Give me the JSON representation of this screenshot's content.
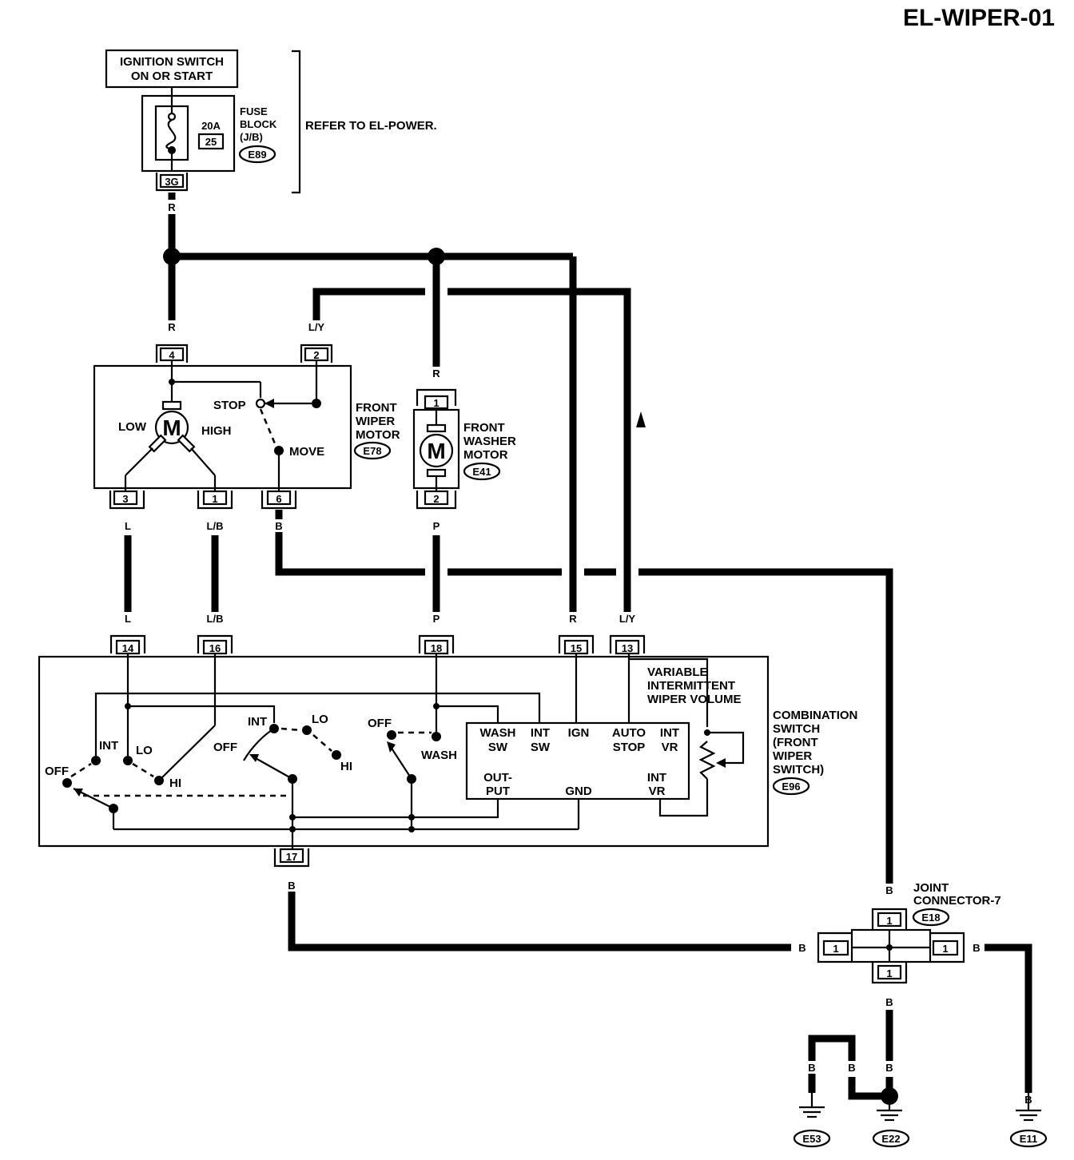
{
  "diagram_code": "EL-WIPER-01",
  "ignition": {
    "line1": "IGNITION SWITCH",
    "line2": "ON OR START"
  },
  "fuse": {
    "amps": "20A",
    "number": "25",
    "label_lines": [
      "FUSE",
      "BLOCK",
      "(J/B)"
    ],
    "connector": "E89",
    "pin": "3G",
    "refer": "REFER TO EL-POWER."
  },
  "wiper_motor": {
    "label_lines": [
      "FRONT",
      "WIPER",
      "MOTOR"
    ],
    "connector": "E78",
    "motor_symbol": "M",
    "low": "LOW",
    "high": "HIGH",
    "stop": "STOP",
    "move": "MOVE",
    "pins": {
      "p4": "4",
      "p2": "2",
      "p3": "3",
      "p1": "1",
      "p6": "6"
    }
  },
  "washer_motor": {
    "label_lines": [
      "FRONT",
      "WASHER",
      "MOTOR"
    ],
    "connector": "E41",
    "motor_symbol": "M",
    "pins": {
      "p1": "1",
      "p2": "2"
    }
  },
  "wire_colors": {
    "fuse_out": "R",
    "wm_pin4": "R",
    "wm_pin2": "L/Y",
    "washer_in": "R",
    "wm3": "L",
    "wm1": "L/B",
    "wm6": "B",
    "washer_out": "P",
    "cs14": "L",
    "cs16": "L/B",
    "cs18": "P",
    "cs15": "R",
    "cs13": "L/Y",
    "cs17": "B",
    "jc_top": "B",
    "jc_left": "B",
    "jc_right": "B",
    "jc_bottom": "B",
    "g_e53": "B",
    "g_e53b": "B",
    "g_e22": "B",
    "g_e11": "B"
  },
  "combination_switch": {
    "label_lines": [
      "COMBINATION",
      "SWITCH",
      "(FRONT",
      "WIPER",
      "SWITCH)"
    ],
    "connector": "E96",
    "pins": {
      "p14": "14",
      "p16": "16",
      "p18": "18",
      "p15": "15",
      "p13": "13",
      "p17": "17"
    },
    "variable_lines": [
      "VARIABLE",
      "INTERMITTENT",
      "WIPER VOLUME"
    ],
    "sw1": {
      "off": "OFF",
      "int": "INT",
      "lo": "LO",
      "hi": "HI"
    },
    "sw2": {
      "int": "INT",
      "lo": "LO",
      "off": "OFF",
      "hi": "HI"
    },
    "sw3": {
      "off": "OFF",
      "wash": "WASH"
    },
    "module": {
      "wash_sw": [
        "WASH",
        "SW"
      ],
      "int_sw": [
        "INT",
        "SW"
      ],
      "ign": "IGN",
      "auto_stop": [
        "AUTO",
        "STOP"
      ],
      "int_vr_top": [
        "INT",
        "VR"
      ],
      "output": [
        "OUT-",
        "PUT"
      ],
      "gnd": "GND",
      "int_vr_bottom": [
        "INT",
        "VR"
      ]
    }
  },
  "joint_connector": {
    "label_lines": [
      "JOINT",
      "CONNECTOR-7"
    ],
    "connector": "E18",
    "pins": {
      "top": "1",
      "left": "1",
      "right": "1",
      "bottom": "1"
    }
  },
  "grounds": {
    "e53": "E53",
    "e22": "E22",
    "e11": "E11"
  }
}
